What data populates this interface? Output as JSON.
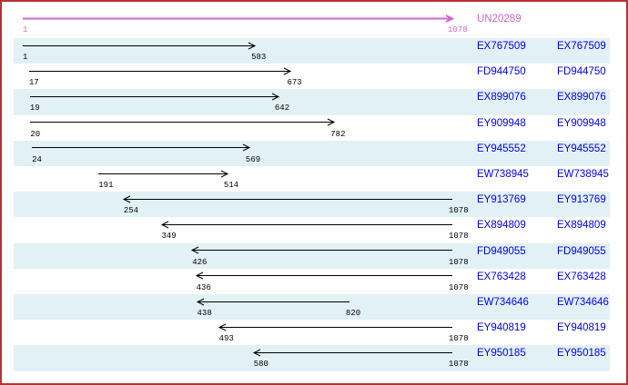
{
  "reference": {
    "accession": "UN20289",
    "start": 1,
    "end": 1078,
    "direction": "forward"
  },
  "alignments": [
    {
      "accession": "EX767509",
      "start": 1,
      "end": 583,
      "direction": "forward"
    },
    {
      "accession": "FD944750",
      "start": 17,
      "end": 673,
      "direction": "forward"
    },
    {
      "accession": "EX899076",
      "start": 19,
      "end": 642,
      "direction": "forward"
    },
    {
      "accession": "EY909948",
      "start": 20,
      "end": 782,
      "direction": "forward"
    },
    {
      "accession": "EY945552",
      "start": 24,
      "end": 569,
      "direction": "forward"
    },
    {
      "accession": "EW738945",
      "start": 191,
      "end": 514,
      "direction": "forward"
    },
    {
      "accession": "EY913769",
      "start": 254,
      "end": 1078,
      "direction": "reverse"
    },
    {
      "accession": "EX894809",
      "start": 349,
      "end": 1078,
      "direction": "reverse"
    },
    {
      "accession": "FD949055",
      "start": 426,
      "end": 1078,
      "direction": "reverse"
    },
    {
      "accession": "EX763428",
      "start": 436,
      "end": 1078,
      "direction": "reverse"
    },
    {
      "accession": "EW734646",
      "start": 438,
      "end": 820,
      "direction": "reverse"
    },
    {
      "accession": "EY940819",
      "start": 493,
      "end": 1078,
      "direction": "reverse"
    },
    {
      "accession": "EY950185",
      "start": 580,
      "end": 1078,
      "direction": "reverse"
    }
  ],
  "colors": {
    "border": "#B13434",
    "reference": "#CC66CC",
    "accession_link": "#0000EE",
    "row_band": "#E2F1F6",
    "arrow": "#000000"
  }
}
